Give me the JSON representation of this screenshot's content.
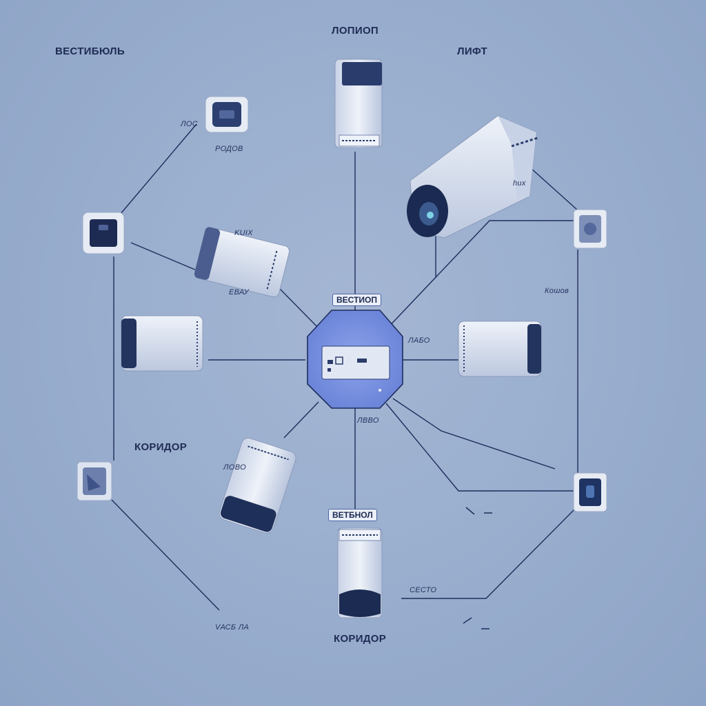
{
  "colors": {
    "background": "#98adcd",
    "line": "#1f2c5c",
    "hub": "#6f8be0",
    "device_body": "#e6ebf4",
    "device_dark": "#243a6a"
  },
  "labels": {
    "top_center": "ЛОПИОП",
    "top_left": "ВЕСТИБЮЛЬ",
    "top_right": "ЛИФТ",
    "left_mid": "КОРИДОР",
    "bottom_center": "КОРИДОР",
    "hub_tag": "ВЕСТИОП",
    "bottom_tag": "ВЕТБНОЛ",
    "scribble_1": "ЛОС",
    "scribble_2": "РОДОВ",
    "scribble_3": "KUIX",
    "scribble_4": "ЕВАУ",
    "scribble_5": "hux",
    "scribble_6": "Кошов",
    "scribble_7": "ЛАБО",
    "scribble_8": "ЛВВО",
    "scribble_9": "ЛОВО",
    "scribble_10": "СЕСТО",
    "scribble_11": "VАСБ ЛА"
  }
}
